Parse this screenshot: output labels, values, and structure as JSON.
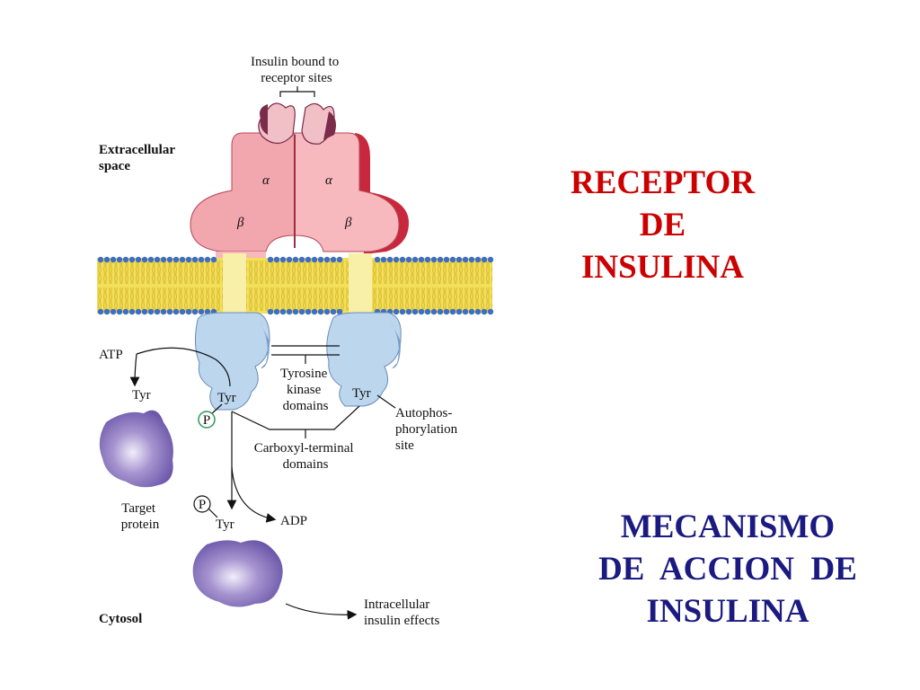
{
  "diagram": {
    "insulin_label": [
      "Insulin bound to",
      "receptor sites"
    ],
    "extracellular_label": [
      "Extracellular",
      "space"
    ],
    "alpha_label": "α",
    "beta_label": "β",
    "atp_label": "ATP",
    "tyr_label": "Tyr",
    "p_label": "P",
    "tk_label": [
      "Tyrosine",
      "kinase",
      "domains"
    ],
    "auto_label": [
      "Autophos-",
      "phorylation",
      "site"
    ],
    "carboxyl_label": [
      "Carboxyl-terminal",
      "domains"
    ],
    "target_label": [
      "Target",
      "protein"
    ],
    "adp_label": "ADP",
    "intracellular_label": [
      "Intracellular",
      "insulin effects"
    ],
    "cytosol_label": "Cytosol"
  },
  "title_receptor": [
    "RECEPTOR",
    "DE",
    "INSULINA"
  ],
  "title_mechanism": [
    "MECANISMO",
    "DE  ACCION  DE",
    "INSULINA"
  ],
  "colors": {
    "alpha_subunit": "#f2a6ae",
    "alpha_shadow": "#c8283c",
    "tyrosine_kinase": "#bcd6ee",
    "membrane": "#f2df5a",
    "membrane_heads": "#3c6ec8",
    "target_protein": "#8c78bc",
    "title_red": "#cc0000",
    "title_blue": "#1a1a80"
  }
}
